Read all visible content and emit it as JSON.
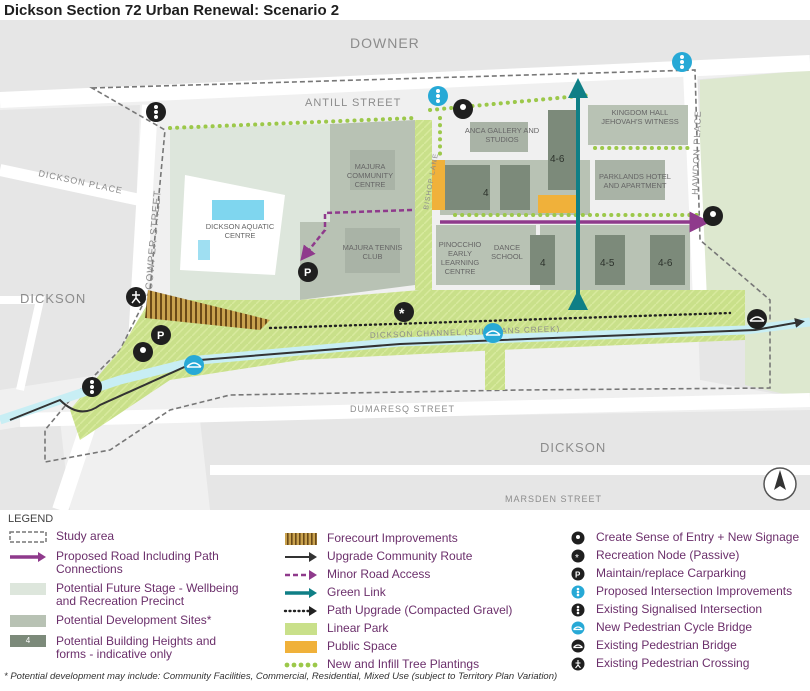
{
  "title": "Dickson Section 72 Urban Renewal: Scenario 2",
  "map": {
    "streets": {
      "downer": "DOWNER",
      "antill": "ANTILL STREET",
      "dickson_place": "DICKSON PLACE",
      "cowper": "COWPER STREET",
      "hawdon": "HAWDON PLACE",
      "dumaresq": "DUMARESQ STREET",
      "marsden": "MARSDEN STREET",
      "channel": "DICKSON CHANNEL (SULLIVANS CREEK)",
      "bishop": "BISHOP LANE",
      "dickson_west": "DICKSON",
      "dickson_south": "DICKSON"
    },
    "sites": {
      "anca": "ANCA GALLERY AND STUDIOS",
      "kingdom": "KINGDOM HALL JEHOVAH'S WITNESS",
      "majura_cc": "MAJURA COMMUNITY CENTRE",
      "aquatic": "DICKSON AQUATIC CENTRE",
      "tennis": "MAJURA TENNIS CLUB",
      "parklands": "PARKLANDS HOTEL AND APARTMENT",
      "pinocchio": "PINOCCHIO EARLY LEARNING CENTRE",
      "dance": "DANCE SCHOOL"
    },
    "heights": [
      "4-6",
      "4",
      "4",
      "4-5",
      "4-6"
    ]
  },
  "legend": {
    "title": "LEGEND",
    "col1": [
      {
        "icon": "study-area-dashed",
        "label": "Study area"
      },
      {
        "icon": "proposed-road-arrow",
        "label": "Proposed Road Including Path Connections"
      },
      {
        "icon": "future-stage-swatch",
        "label": "Potential Future Stage - Wellbeing and Recreation Precinct"
      },
      {
        "icon": "development-sites-swatch",
        "label": "Potential Development Sites*"
      },
      {
        "icon": "building-heights-swatch",
        "label": "Potential Building Heights and forms - indicative only",
        "swatch_text": "4"
      }
    ],
    "col2": [
      {
        "icon": "forecourt-hatch",
        "label": "Forecourt Improvements"
      },
      {
        "icon": "community-route-arrow",
        "label": "Upgrade Community Route"
      },
      {
        "icon": "minor-road-dashed-arrow",
        "label": "Minor Road Access"
      },
      {
        "icon": "green-link-arrow",
        "label": "Green Link"
      },
      {
        "icon": "path-upgrade-dotted",
        "label": "Path Upgrade (Compacted Gravel)"
      },
      {
        "icon": "linear-park-swatch",
        "label": "Linear Park"
      },
      {
        "icon": "public-space-swatch",
        "label": "Public Space"
      },
      {
        "icon": "tree-dots",
        "label": "New and Infill Tree Plantings"
      }
    ],
    "col3": [
      {
        "icon": "location-pin-icon",
        "label": "Create Sense of Entry + New Signage"
      },
      {
        "icon": "asterisk-icon",
        "label": "Recreation Node (Passive)"
      },
      {
        "icon": "parking-icon",
        "label": "Maintain/replace Carparking"
      },
      {
        "icon": "traffic-light-blue-icon",
        "label": "Proposed Intersection Improvements"
      },
      {
        "icon": "traffic-light-black-icon",
        "label": "Existing Signalised Intersection"
      },
      {
        "icon": "bridge-blue-icon",
        "label": "New Pedestrian Cycle Bridge"
      },
      {
        "icon": "bridge-black-icon",
        "label": "Existing Pedestrian Bridge"
      },
      {
        "icon": "pedestrian-icon",
        "label": "Existing Pedestrian Crossing"
      }
    ]
  },
  "footnote": "* Potential development may include: Community Facilities, Commercial, Residential, Mixed Use (subject to Territory Plan Variation)",
  "colors": {
    "linear_park": "#c9e08a",
    "future_stage": "#dde6dc",
    "development": "#b8c2b4",
    "building": "#7c8a7a",
    "public_space": "#f0b13a",
    "purple": "#8f3a8c",
    "green_link": "#0f7f86",
    "channel": "#c8eef4",
    "tree": "#9cc84a",
    "blue_icon": "#27a9d6"
  }
}
